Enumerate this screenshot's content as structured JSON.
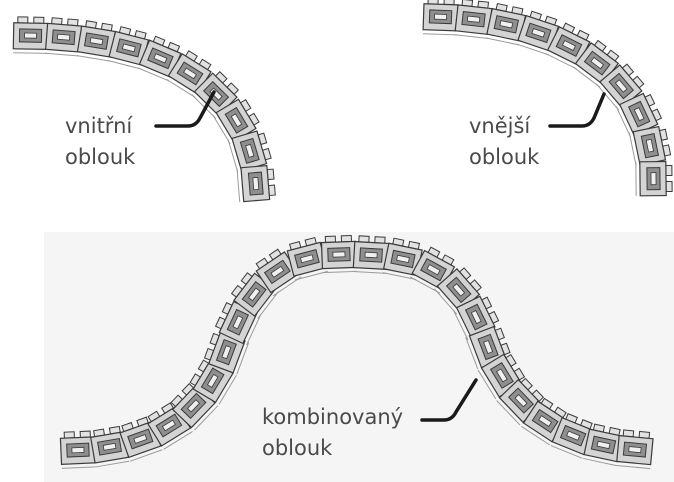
{
  "labels": {
    "inner": {
      "line1": "vnitřní",
      "line2": "oblouk"
    },
    "outer": {
      "line1": "vnější",
      "line2": "oblouk"
    },
    "combined": {
      "line1": "kombinovaný",
      "line2": "oblouk"
    }
  },
  "colors": {
    "chain_fill": "#d4d4d4",
    "chain_dark": "#8f8f8f",
    "chain_stroke": "#3a3a3a",
    "pointer": "#1a1a1a",
    "text": "#4a4a4a",
    "background": "#ffffff"
  }
}
